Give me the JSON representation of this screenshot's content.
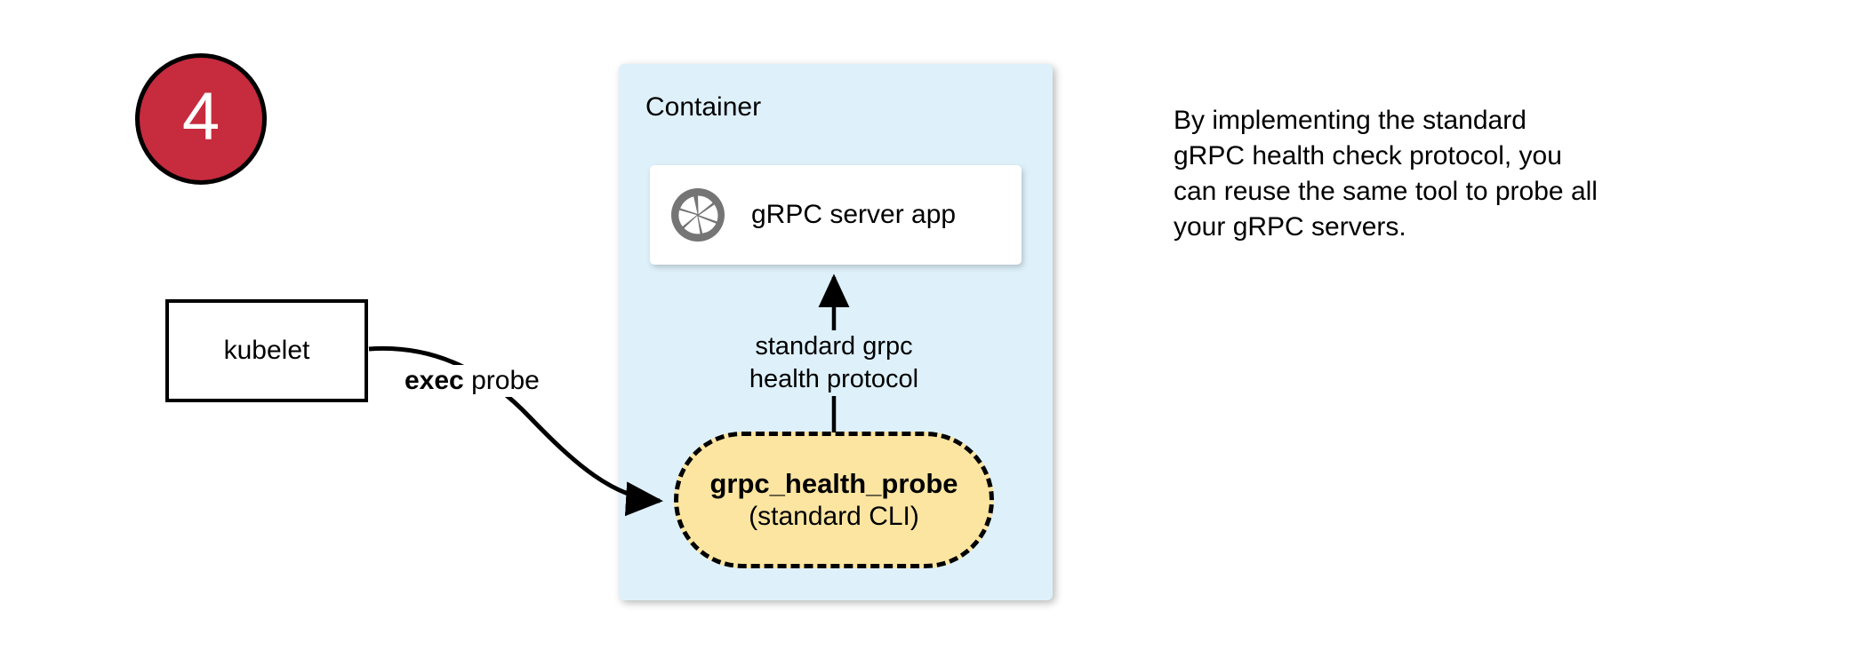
{
  "step": {
    "number": "4",
    "badge_color": "#C62B3E",
    "badge_text_color": "#FFFFFF"
  },
  "kubelet": {
    "label": "kubelet"
  },
  "container": {
    "title": "Container",
    "fill_color": "#DEF1FB"
  },
  "server_app": {
    "label": "gRPC server app",
    "icon": "aperture-icon",
    "icon_color": "#757575"
  },
  "probe": {
    "title": "grpc_health_probe",
    "subtitle": "(standard CLI)",
    "fill_color": "#FCE5A1",
    "border_style": "dashed"
  },
  "edges": {
    "exec_probe": {
      "bold_part": "exec",
      "rest_part": " probe"
    },
    "health_protocol": {
      "line1": "standard grpc",
      "line2": "health protocol"
    }
  },
  "annotation": {
    "line1": "By implementing the standard",
    "line2": "gRPC health check protocol, you",
    "line3": "can reuse the same tool to probe all",
    "line4": "your gRPC servers."
  }
}
